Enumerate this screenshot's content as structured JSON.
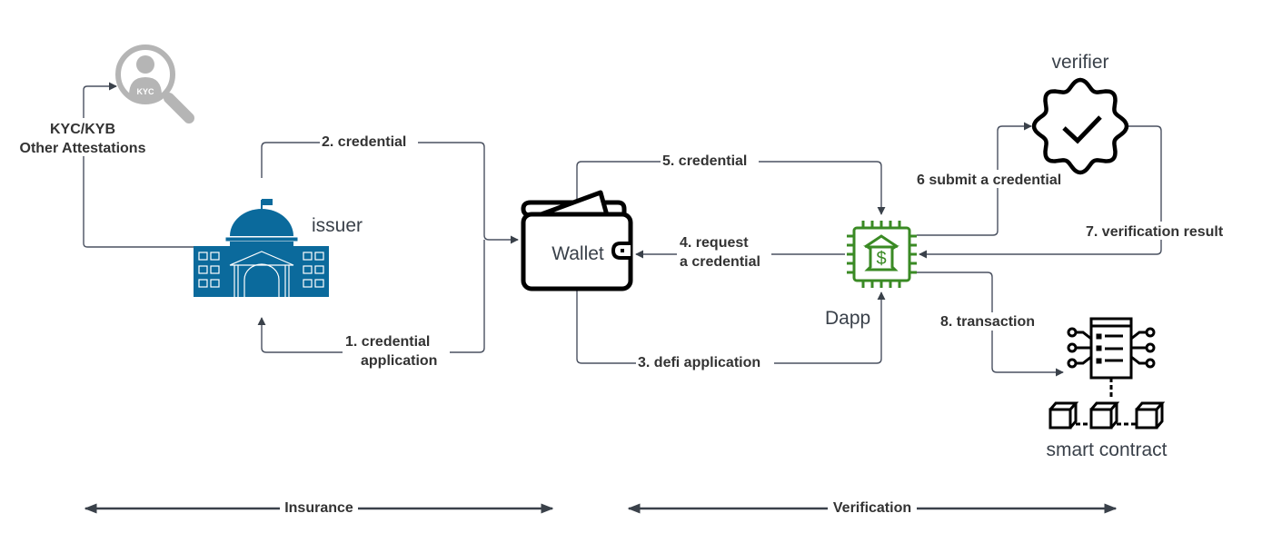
{
  "nodes": {
    "kyc": {
      "icon_label": "KYC",
      "caption_line1": "KYC/KYB",
      "caption_line2": "Other Attestations"
    },
    "issuer": {
      "label": "issuer"
    },
    "wallet": {
      "label": "Wallet"
    },
    "dapp": {
      "label": "Dapp"
    },
    "verifier": {
      "label": "verifier"
    },
    "smart_contract": {
      "label": "smart contract"
    }
  },
  "edges": {
    "e1": {
      "line1": "1. credential",
      "line2": "application"
    },
    "e2": {
      "label": "2. credential"
    },
    "e3": {
      "label": "3. defi application"
    },
    "e4": {
      "line1": "4. request",
      "line2": "a credential"
    },
    "e5": {
      "label": "5. credential"
    },
    "e6": {
      "label": "6 submit a credential"
    },
    "e7": {
      "label": "7. verification result"
    },
    "e8": {
      "label": "8. transaction"
    }
  },
  "phases": [
    {
      "label": "Insurance"
    },
    {
      "label": "Verification"
    }
  ],
  "colors": {
    "issuer": "#0b6a9c",
    "dapp": "#3a8a24",
    "kyc": "#b5b5b5",
    "connector": "#4a5160",
    "text": "#333333"
  }
}
